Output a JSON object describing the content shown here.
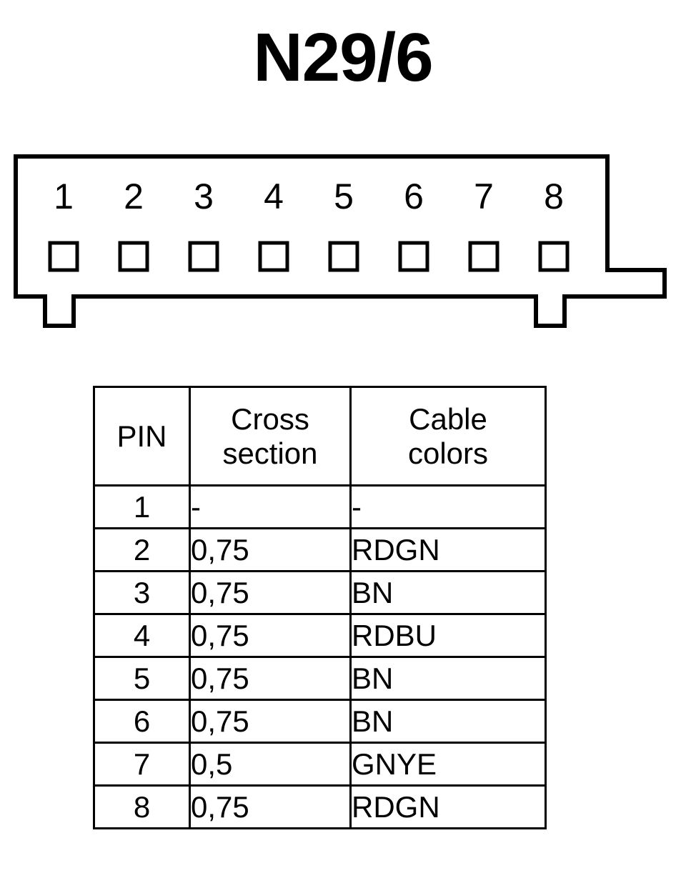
{
  "title": "N29/6",
  "connector": {
    "pin_count": 8,
    "pin_labels": [
      "1",
      "2",
      "3",
      "4",
      "5",
      "6",
      "7",
      "8"
    ],
    "outline_color": "#000000",
    "fill_color": "#ffffff"
  },
  "table": {
    "headers": [
      "PIN",
      "Cross section",
      "Cable colors"
    ],
    "header_lines": {
      "pin": [
        "PIN"
      ],
      "cross": [
        "Cross",
        "section"
      ],
      "colors": [
        "Cable",
        "colors"
      ]
    },
    "rows": [
      {
        "pin": "1",
        "cross_section": "-",
        "cable_colors": "-"
      },
      {
        "pin": "2",
        "cross_section": "0,75",
        "cable_colors": "RDGN"
      },
      {
        "pin": "3",
        "cross_section": "0,75",
        "cable_colors": "BN"
      },
      {
        "pin": "4",
        "cross_section": "0,75",
        "cable_colors": "RDBU"
      },
      {
        "pin": "5",
        "cross_section": "0,75",
        "cable_colors": "BN"
      },
      {
        "pin": "6",
        "cross_section": "0,75",
        "cable_colors": "BN"
      },
      {
        "pin": "7",
        "cross_section": "0,5",
        "cable_colors": "GNYE"
      },
      {
        "pin": "8",
        "cross_section": "0,75",
        "cable_colors": "RDGN"
      }
    ]
  }
}
